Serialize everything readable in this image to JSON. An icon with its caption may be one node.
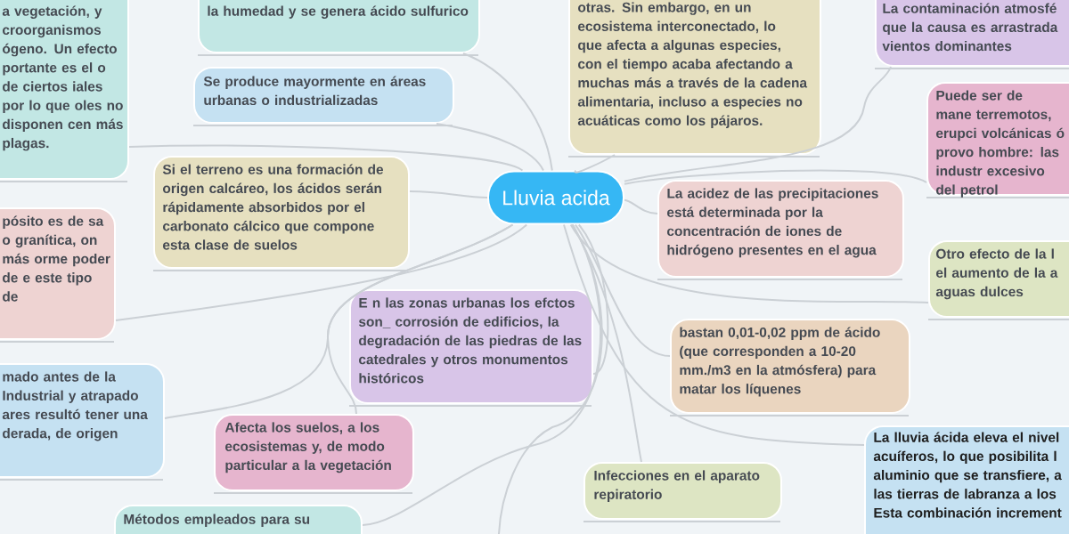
{
  "diagram": {
    "nodes": [
      {
        "text": [
          "Lluvia acida"
        ]
      },
      {
        "text": [
          "a vegetación, y croorganismos ógeno. Un efecto portante es el o de ciertos iales por lo que oles no disponen cen más plagas."
        ]
      },
      {
        "text": [
          "la humedad y se genera ácido sulfurico"
        ]
      },
      {
        "text": [
          "Se produce mayormente en áreas urbanas o industrializadas"
        ]
      },
      {
        "text": [
          "Si el terreno es una formación de origen calcáreo, los ácidos serán rápidamente absorbidos por el carbonato cálcico que compone esta clase de suelos"
        ]
      },
      {
        "text": [
          "pósito es de sa o granítica, on más orme poder de e este tipo de"
        ]
      },
      {
        "text": [
          "E n las zonas urbanas los efctos son_ corrosión de edificios, la degradación de las piedras de las catedrales y otros monumentos históricos"
        ]
      },
      {
        "text": [
          "mado antes de la Industrial y atrapado ares resultó tener una derada, de origen"
        ]
      },
      {
        "text": [
          "Afecta  los suelos, a los ecosistemas y, de modo particular a la vegetación"
        ]
      },
      {
        "text": [
          "Métodos empleados para su"
        ]
      },
      {
        "text": [
          "otras. Sin embargo, en un ecosistema interconectado, lo que afecta a algunas especies, con el tiempo acaba afectando a muchas más a través de la cadena alimentaria, incluso a especies no acuáticas como los pájaros."
        ]
      },
      {
        "text": [
          "La contaminación atmosfé que la causa es arrastrada vientos dominantes"
        ]
      },
      {
        "text": [
          "Puede ser de mane terremotos, erupci volcánicas ó provo hombre: las industr excesivo del petrol"
        ]
      },
      {
        "text": [
          "La acidez de las precipitaciones está determinada por la concentración de iones de hidrógeno presentes en el agua"
        ]
      },
      {
        "text": [
          "Otro efecto de la l el aumento de la a aguas dulces"
        ]
      },
      {
        "text": [
          "bastan 0,01-0,02 ppm de ácido (que corresponden a 10-20 mm./m3 en la atmósfera) para matar los líquenes"
        ]
      },
      {
        "text": [
          "Infecciones en el aparato repiratorio"
        ]
      },
      {
        "text": [
          "La lluvia ácida eleva el nivel acuíferos, lo que posibilita l aluminio que se transfiere, a las tierras de labranza a los Esta combinación increment"
        ]
      }
    ],
    "edges": [
      {
        "from": 0,
        "to": 1,
        "arrow": "none"
      },
      {
        "from": 0,
        "to": 2,
        "arrow": "none"
      },
      {
        "from": 0,
        "to": 3,
        "arrow": "none"
      },
      {
        "from": 0,
        "to": 4,
        "arrow": "none"
      },
      {
        "from": 0,
        "to": 5,
        "arrow": "none"
      },
      {
        "from": 0,
        "to": 6,
        "arrow": "none"
      },
      {
        "from": 0,
        "to": 7,
        "arrow": "none"
      },
      {
        "from": 0,
        "to": 8,
        "arrow": "none"
      },
      {
        "from": 0,
        "to": 9,
        "arrow": "none"
      },
      {
        "from": 0,
        "to": 10,
        "arrow": "none"
      },
      {
        "from": 0,
        "to": 11,
        "arrow": "none"
      },
      {
        "from": 0,
        "to": 12,
        "arrow": "none"
      },
      {
        "from": 0,
        "to": 13,
        "arrow": "none"
      },
      {
        "from": 0,
        "to": 14,
        "arrow": "none"
      },
      {
        "from": 0,
        "to": 15,
        "arrow": "none"
      },
      {
        "from": 0,
        "to": 16,
        "arrow": "none"
      },
      {
        "from": 0,
        "to": 17,
        "arrow": "none"
      },
      {
        "from": 0,
        "to": null,
        "arrow": "none"
      }
    ]
  }
}
